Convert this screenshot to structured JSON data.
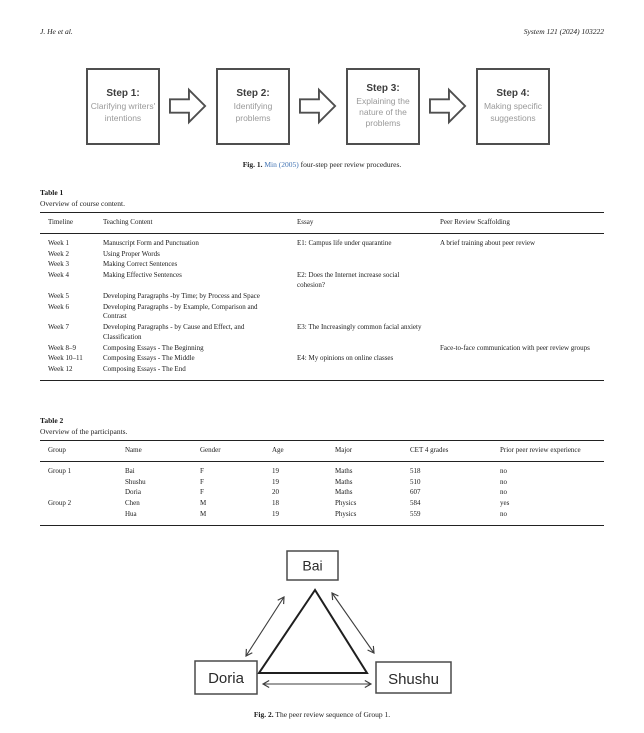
{
  "header": {
    "left": "J. He et al.",
    "right": "System 121 (2024) 103222"
  },
  "fig1": {
    "steps": [
      {
        "title": "Step 1:",
        "desc": "Clarifying writers' intentions"
      },
      {
        "title": "Step 2:",
        "desc": "Identifying problems"
      },
      {
        "title": "Step 3:",
        "desc": "Explaining the nature of the problems"
      },
      {
        "title": "Step 4:",
        "desc": "Making specific suggestions"
      }
    ],
    "caption_label": "Fig. 1.",
    "caption_link": "Min (2005)",
    "caption_rest": "four-step peer review procedures.",
    "link_color": "#4173b3"
  },
  "table1": {
    "label": "Table 1",
    "caption": "Overview of course content.",
    "headers": [
      "Timeline",
      "Teaching Content",
      "Essay",
      "Peer Review Scaffolding"
    ],
    "rows": [
      [
        "Week 1",
        "Manuscript Form and Punctuation",
        "E1: Campus life under quarantine",
        "A brief training about peer review"
      ],
      [
        "Week 2",
        "Using Proper Words",
        "",
        ""
      ],
      [
        "Week 3",
        "Making Correct Sentences",
        "",
        ""
      ],
      [
        "Week 4",
        "Making Effective Sentences",
        "E2: Does the Internet increase social cohesion?",
        ""
      ],
      [
        "Week 5",
        "Developing Paragraphs -by Time; by Process and Space",
        "",
        ""
      ],
      [
        "Week 6",
        "Developing Paragraphs - by Example, Comparison and Contrast",
        "",
        ""
      ],
      [
        "Week 7",
        "Developing Paragraphs - by Cause and Effect, and Classification",
        "E3: The Increasingly common facial anxiety",
        ""
      ],
      [
        "Week 8–9",
        "Composing Essays - The Beginning",
        "",
        "Face-to-face communication with peer review groups"
      ],
      [
        "Week 10–11",
        "Composing Essays - The Middle",
        "E4: My opinions on online classes",
        ""
      ],
      [
        "Week 12",
        "Composing Essays - The End",
        "",
        ""
      ]
    ]
  },
  "table2": {
    "label": "Table 2",
    "caption": "Overview of the participants.",
    "headers": [
      "Group",
      "Name",
      "Gender",
      "Age",
      "Major",
      "CET 4 grades",
      "Prior peer review experience"
    ],
    "rows": [
      [
        "Group 1",
        "Bai",
        "F",
        "19",
        "Maths",
        "518",
        "no"
      ],
      [
        "",
        "Shushu",
        "F",
        "19",
        "Maths",
        "510",
        "no"
      ],
      [
        "",
        "Doria",
        "F",
        "20",
        "Maths",
        "607",
        "no"
      ],
      [
        "Group 2",
        "Chen",
        "M",
        "18",
        "Physics",
        "584",
        "yes"
      ],
      [
        "",
        "Hua",
        "M",
        "19",
        "Physics",
        "559",
        "no"
      ]
    ]
  },
  "fig2": {
    "nodes": {
      "top": "Bai",
      "bottom_left": "Doria",
      "bottom_right": "Shushu"
    },
    "caption_label": "Fig. 2.",
    "caption_rest": "The peer review sequence of Group 1."
  }
}
